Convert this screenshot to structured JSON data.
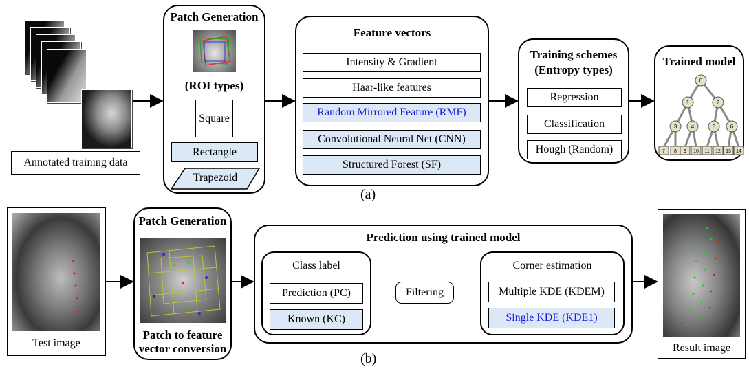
{
  "part_a": {
    "caption": "(a)",
    "training_data": {
      "label": "Annotated training data"
    },
    "patch_generation": {
      "title": "Patch Generation",
      "roi_title": "(ROI types)",
      "items": [
        "Square",
        "Rectangle",
        "Trapezoid"
      ]
    },
    "feature_vectors": {
      "title": "Feature vectors",
      "items": [
        {
          "label": "Intensity & Gradient",
          "highlight": false,
          "blue_text": false
        },
        {
          "label": "Haar-like features",
          "highlight": false,
          "blue_text": false
        },
        {
          "label": "Random Mirrored Feature (RMF)",
          "highlight": true,
          "blue_text": true
        },
        {
          "label": "Convolutional Neural Net (CNN)",
          "highlight": true,
          "blue_text": false
        },
        {
          "label": "Structured Forest (SF)",
          "highlight": true,
          "blue_text": false
        }
      ]
    },
    "training_schemes": {
      "title_line1": "Training schemes",
      "title_line2": "(Entropy types)",
      "items": [
        "Regression",
        "Classification",
        "Hough (Random)"
      ]
    },
    "trained_model": {
      "title": "Trained model",
      "nodes": [
        "0",
        "1",
        "2",
        "3",
        "4",
        "5",
        "6"
      ],
      "leaves": [
        "7",
        "8",
        "9",
        "10",
        "11",
        "12",
        "13",
        "14"
      ]
    }
  },
  "part_b": {
    "caption": "(b)",
    "test_image": {
      "label": "Test image"
    },
    "patch_generation": {
      "title": "Patch Generation",
      "subtitle_line1": "Patch to feature",
      "subtitle_line2": "vector conversion"
    },
    "prediction": {
      "title": "Prediction using trained model",
      "class_label": {
        "title": "Class label",
        "items": [
          {
            "label": "Prediction (PC)",
            "highlight": false
          },
          {
            "label": "Known (KC)",
            "highlight": true
          }
        ]
      },
      "filtering": "Filtering",
      "corner_estimation": {
        "title": "Corner estimation",
        "items": [
          {
            "label": "Multiple KDE (KDEM)",
            "highlight": false,
            "blue_text": false
          },
          {
            "label": "Single KDE (KDE1)",
            "highlight": true,
            "blue_text": true
          }
        ]
      }
    },
    "result_image": {
      "label": "Result image"
    }
  },
  "colors": {
    "highlight_fill": "#dde8f7",
    "blue_text": "#1a1adb",
    "tree_node": "#e6e0c8",
    "tree_edge": "#8a8a8a"
  }
}
